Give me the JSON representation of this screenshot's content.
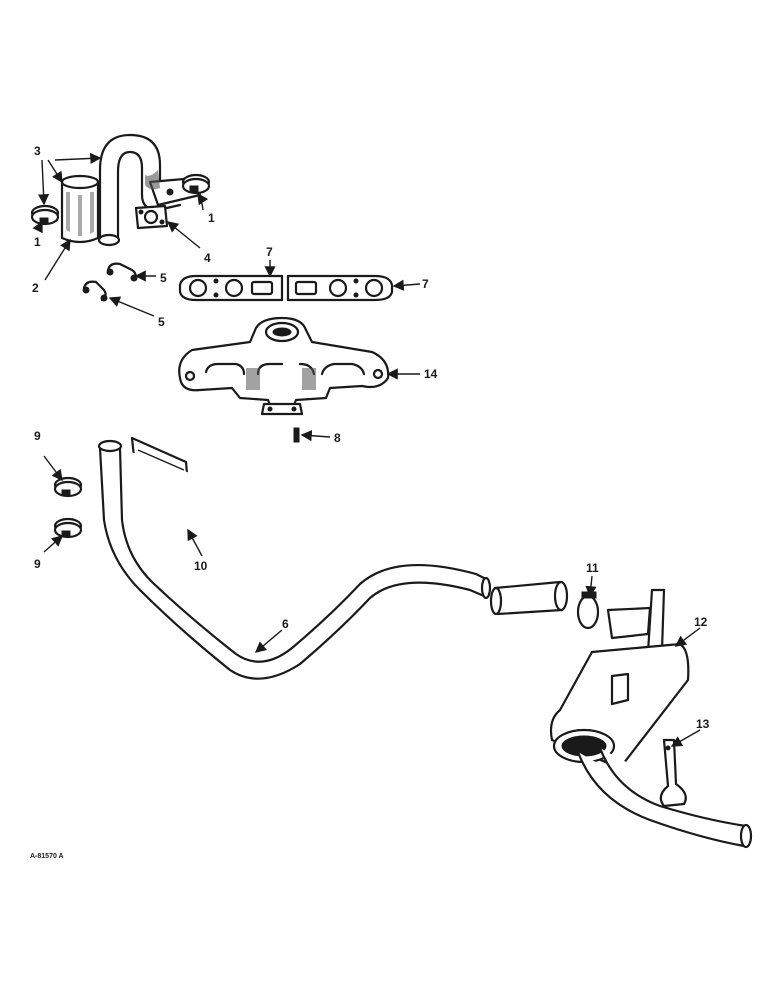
{
  "callouts": {
    "c1a": "1",
    "c1b": "1",
    "c2": "2",
    "c3": "3",
    "c4": "4",
    "c5a": "5",
    "c5b": "5",
    "c6": "6",
    "c7a": "7",
    "c7b": "7",
    "c8": "8",
    "c9a": "9",
    "c9b": "9",
    "c10": "10",
    "c11": "11",
    "c12": "12",
    "c13": "13",
    "c14": "14"
  },
  "drawing_code": "A-81570 A",
  "colors": {
    "ink": "#1a1a1a",
    "paper": "#ffffff"
  }
}
